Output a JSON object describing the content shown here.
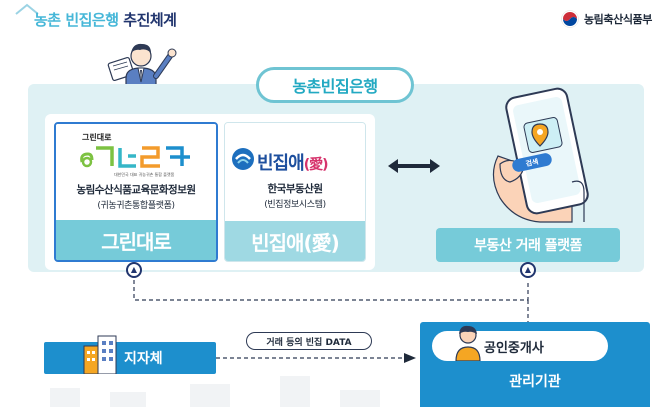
{
  "header": {
    "title_part1": "농촌 빈집은행",
    "title_part2": "추진체계",
    "ministry": "농림축산식품부"
  },
  "panel": {
    "title": "농촌빈집은행"
  },
  "card_green": {
    "logo_top": "그린대로",
    "logo_small": "대한민국 대표 귀농귀촌 통합 플랫폼",
    "org": "농림수산식품교육문화정보원",
    "sub": "(귀농귀촌통합플랫폼)",
    "label": "그린대로"
  },
  "card_blue": {
    "logo_text": "빈집애",
    "logo_paren": "(愛)",
    "org": "한국부동산원",
    "sub": "(빈집정보시스템)",
    "label": "빈집애(愛)"
  },
  "phone": {
    "search_label": "검색"
  },
  "platform": {
    "label": "부동산 거래 플랫폼"
  },
  "bottom": {
    "gov": "지자체",
    "flow": "거래 등의 빈집 DATA",
    "broker": "공인중개사",
    "agency": "관리기관"
  },
  "colors": {
    "accent": "#46b7d8",
    "navy": "#21356e",
    "blue": "#1d8fcd",
    "panel_bg": "#dff1f4",
    "card_label": "#76cbd9"
  }
}
